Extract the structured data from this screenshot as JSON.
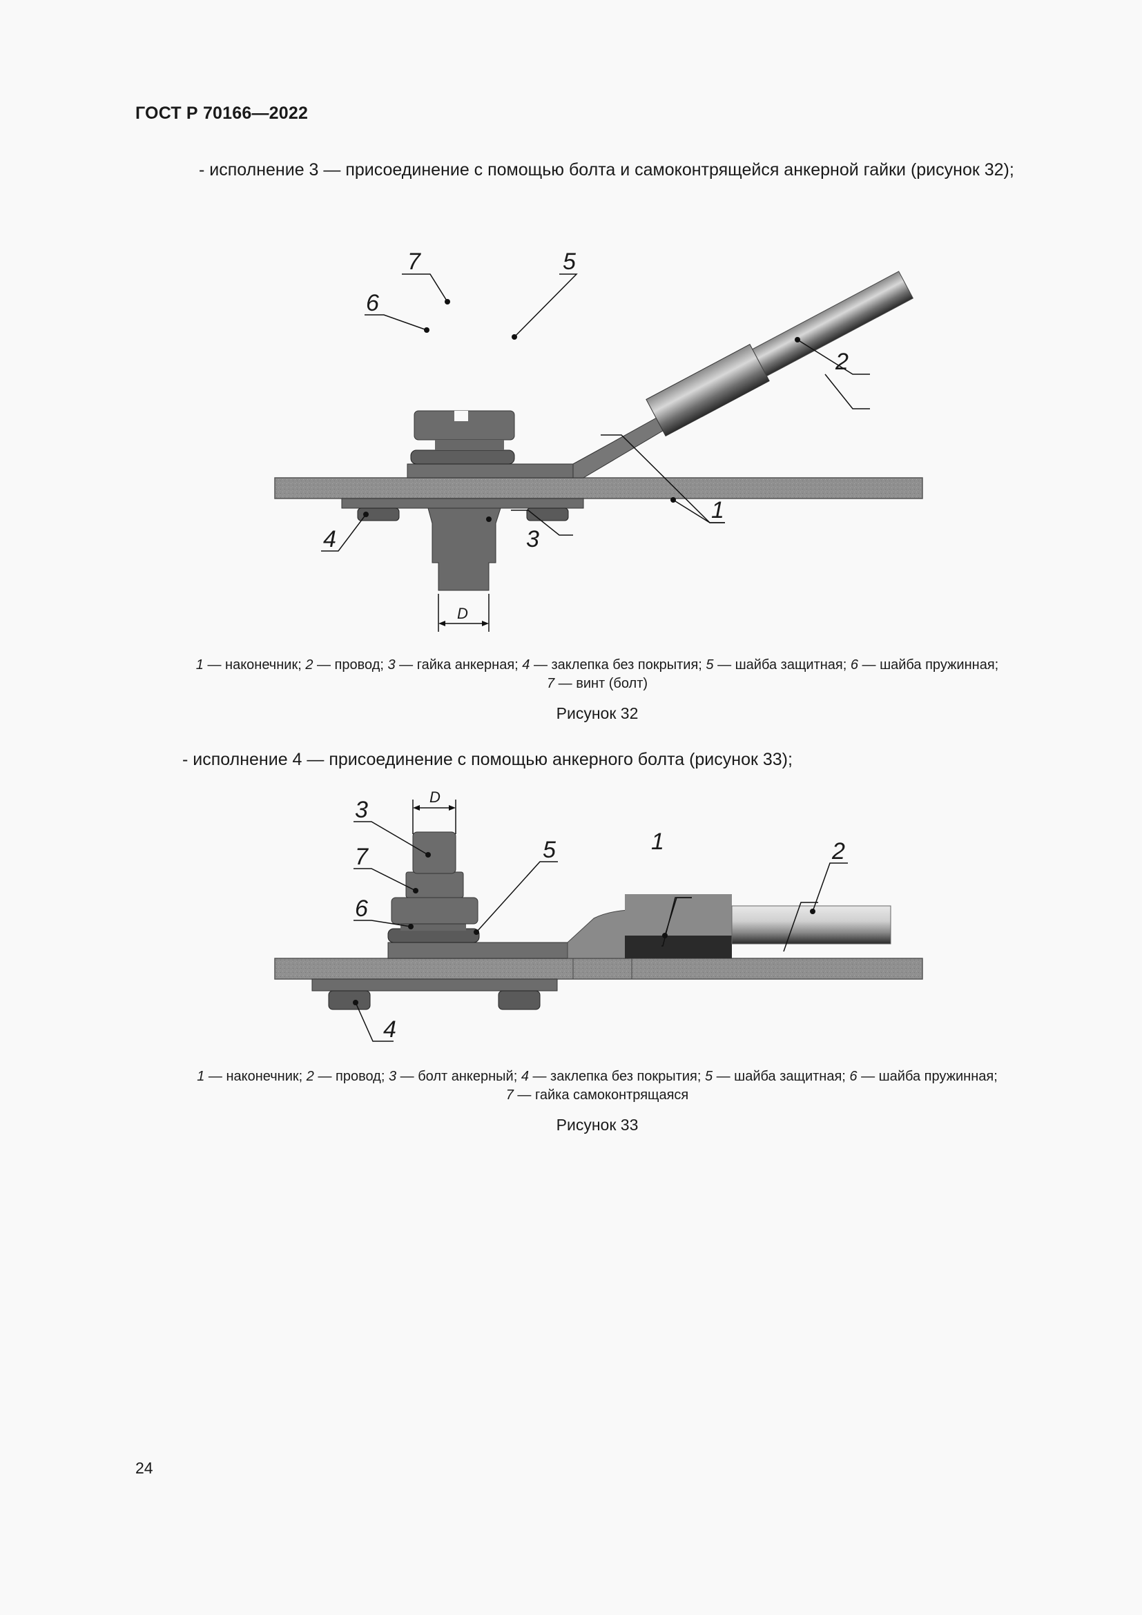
{
  "header": {
    "doc_id": "ГОСТ Р 70166—2022"
  },
  "paragraphs": [
    {
      "text": "- исполнение 3 — присоединение с помощью болта и самоконтрящейся анкерной гайки (рисунок 32);"
    },
    {
      "text": "-  исполнение 4 — присоединение с помощью анкерного болта (рисунок 33);"
    }
  ],
  "figures": [
    {
      "caption": "Рисунок 32",
      "dimension_label": "D",
      "callouts": [
        "1",
        "2",
        "3",
        "4",
        "5",
        "6",
        "7"
      ],
      "legend": [
        {
          "num": "1",
          "text": " — наконечник; "
        },
        {
          "num": "2",
          "text": " — провод; "
        },
        {
          "num": "3",
          "text": " — гайка анкерная; "
        },
        {
          "num": "4",
          "text": " — заклепка без покрытия; "
        },
        {
          "num": "5",
          "text": " — шайба защитная; "
        },
        {
          "num": "6",
          "text": " — шайба пружинная;"
        },
        {
          "num": "7",
          "text": " — винт (болт)"
        }
      ]
    },
    {
      "caption": "Рисунок 33",
      "dimension_label": "D",
      "callouts": [
        "1",
        "2",
        "3",
        "4",
        "5",
        "6",
        "7"
      ],
      "legend": [
        {
          "num": "1",
          "text": " — наконечник; "
        },
        {
          "num": "2",
          "text": " — провод; "
        },
        {
          "num": "3",
          "text": " — болт анкерный; "
        },
        {
          "num": "4",
          "text": " — заклепка без покрытия; "
        },
        {
          "num": "5",
          "text": " — шайба защитная; "
        },
        {
          "num": "6",
          "text": " — шайба пружинная;"
        },
        {
          "num": "7",
          "text": " — гайка самоконтрящаяся"
        }
      ]
    }
  ],
  "footer": {
    "page_number": "24"
  }
}
